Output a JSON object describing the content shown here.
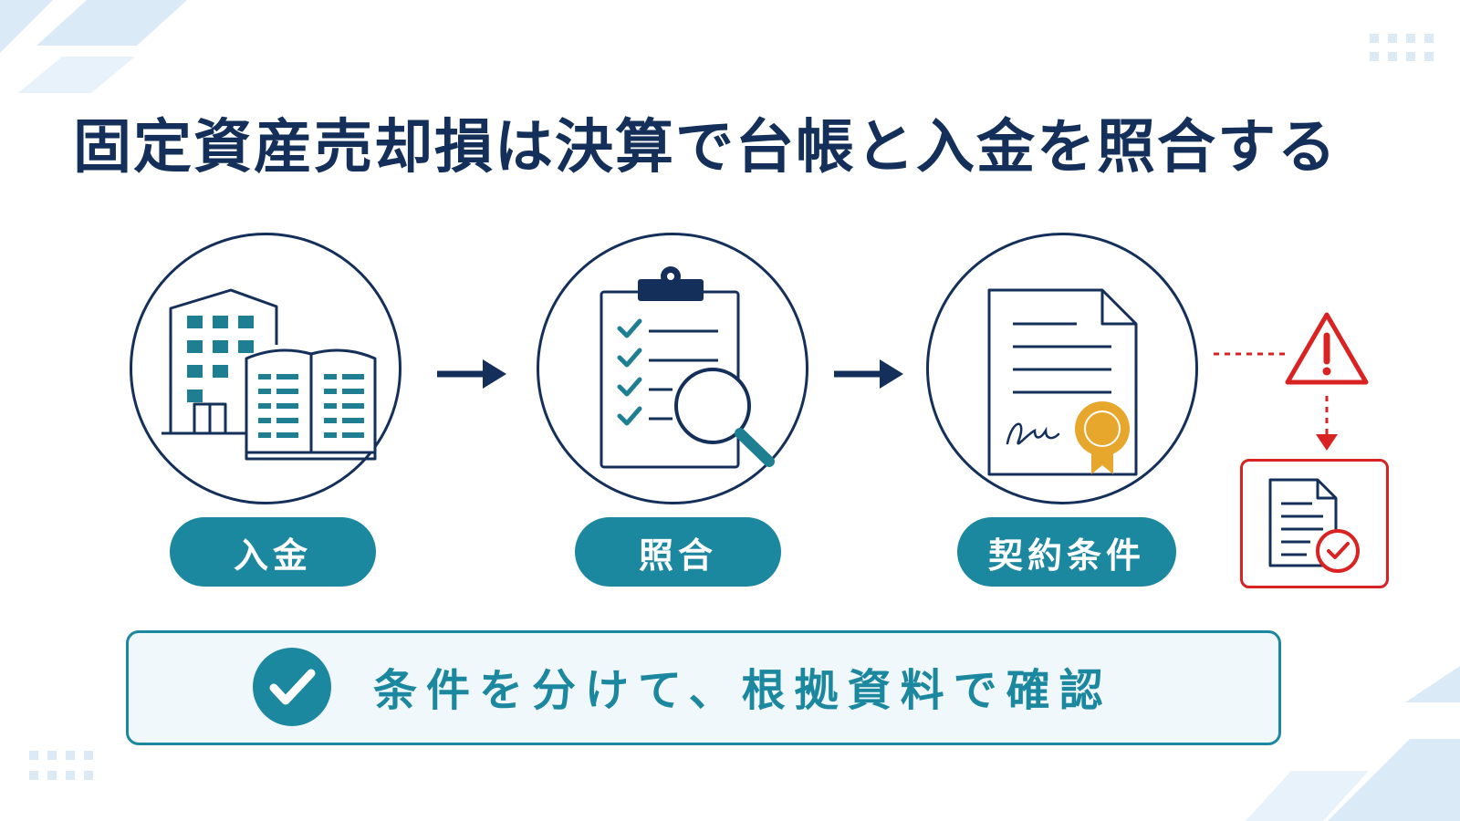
{
  "title": "固定資産売却損は決算で台帳と入金を照合する",
  "steps": [
    {
      "label": "入金",
      "icon": "building-ledger-icon"
    },
    {
      "label": "照合",
      "icon": "clipboard-magnifier-icon"
    },
    {
      "label": "契約条件",
      "icon": "contract-seal-icon"
    }
  ],
  "alert": {
    "icon": "warning-triangle-icon",
    "result_icon": "document-check-icon"
  },
  "summary": {
    "text": "条件を分けて、根拠資料で確認",
    "icon": "check-circle-icon"
  },
  "colors": {
    "navy": "#14305a",
    "teal": "#1c889f",
    "icon_teal": "#1e7f93",
    "gold": "#e6a72c",
    "alert_red": "#d92323",
    "panel_bg": "#f0f8fc",
    "deco_blue": "#dbeaf7"
  }
}
